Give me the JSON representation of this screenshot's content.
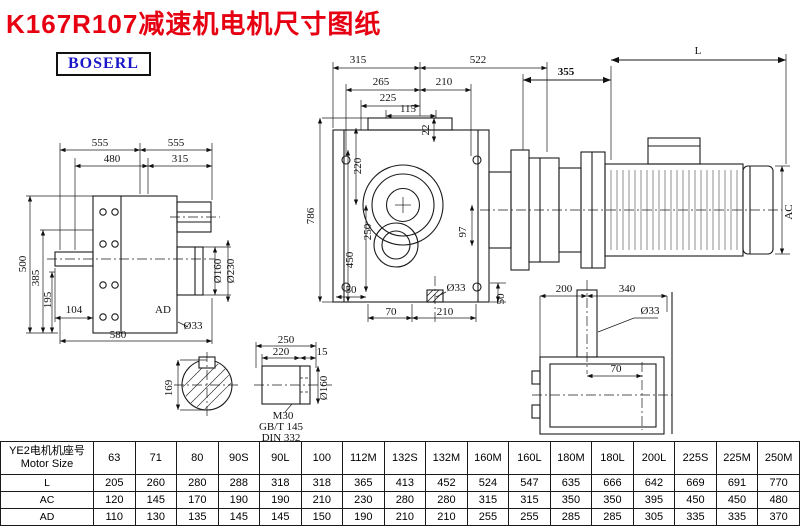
{
  "title": "K167R107减速机电机尺寸图纸",
  "logo": "BOSERL",
  "labels": {
    "lv_555a": "555",
    "lv_555b": "555",
    "lv_480": "480",
    "lv_315": "315",
    "lv_500": "500",
    "lv_385": "385",
    "lv_195": "195",
    "lv_104": "104",
    "lv_AD": "AD",
    "lv_580": "580",
    "lv_o33": "Ø33",
    "lv_o160": "Ø160",
    "lv_o230": "Ø230",
    "mv_315": "315",
    "mv_522": "522",
    "mv_265": "265",
    "mv_210": "210",
    "mv_225": "225",
    "mv_115": "115",
    "mv_22": "22",
    "mv_220": "220",
    "mv_250": "250",
    "mv_450": "450",
    "mv_786": "786",
    "mv_97": "97",
    "mv_50a": "50",
    "mv_70": "70",
    "mv_210b": "210",
    "mv_o33": "Ø33",
    "mv_50b": "50",
    "mo_355": "355",
    "mo_L": "L",
    "mo_AC": "AC",
    "sd_169": "169",
    "sd_250": "250",
    "sd_220": "220",
    "sd_15": "15",
    "sd_m30": "M30",
    "sd_gbt": "GB/T 145",
    "sd_din": "DIN 332",
    "sd_o160": "Ø160",
    "fv_200": "200",
    "fv_340": "340",
    "fv_70": "70",
    "fv_o33": "Ø33"
  },
  "table": {
    "header_cell": [
      "YE2电机机座号",
      "Motor Size"
    ],
    "sizes": [
      "63",
      "71",
      "80",
      "90S",
      "90L",
      "100",
      "112M",
      "132S",
      "132M",
      "160M",
      "160L",
      "180M",
      "180L",
      "200L",
      "225S",
      "225M",
      "250M"
    ],
    "rows": [
      {
        "label": "L",
        "values": [
          "205",
          "260",
          "280",
          "288",
          "318",
          "318",
          "365",
          "413",
          "452",
          "524",
          "547",
          "635",
          "666",
          "642",
          "669",
          "691",
          "770"
        ]
      },
      {
        "label": "AC",
        "values": [
          "120",
          "145",
          "170",
          "190",
          "190",
          "210",
          "230",
          "280",
          "280",
          "315",
          "315",
          "350",
          "350",
          "395",
          "450",
          "450",
          "480"
        ]
      },
      {
        "label": "AD",
        "values": [
          "110",
          "130",
          "135",
          "145",
          "145",
          "150",
          "190",
          "210",
          "210",
          "255",
          "255",
          "285",
          "285",
          "305",
          "335",
          "335",
          "370"
        ]
      }
    ]
  }
}
